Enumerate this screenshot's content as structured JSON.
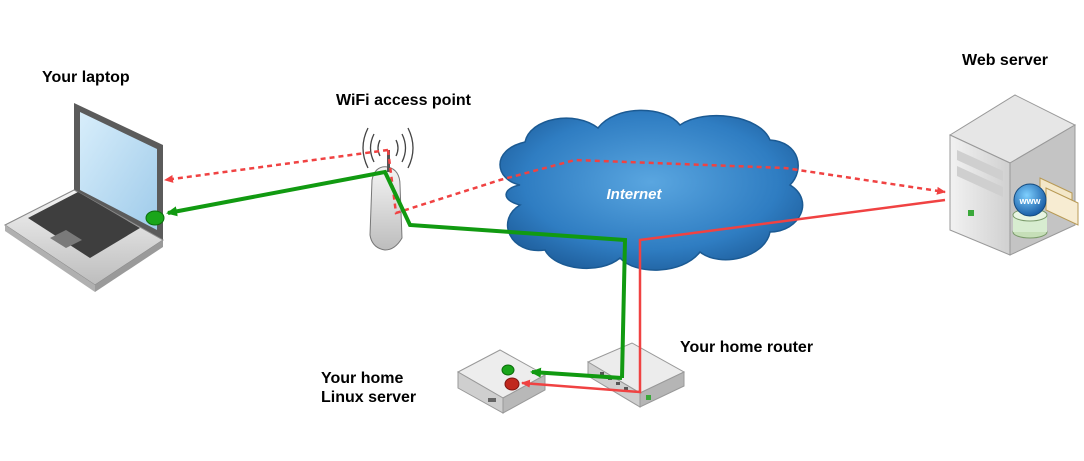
{
  "labels": {
    "laptop": "Your laptop",
    "wifi": "WiFi access point",
    "internet": "Internet",
    "web_server": "Web server",
    "router": "Your home router",
    "linux_line1": "Your home",
    "linux_line2": "Linux server"
  },
  "icons": {
    "laptop": "laptop-icon",
    "wifi": "wifi-access-point-icon",
    "cloud": "internet-cloud-icon",
    "web_server": "web-server-icon",
    "router": "router-icon",
    "linux_server": "linux-server-icon"
  },
  "colors": {
    "green_path": "#119a11",
    "red_path": "#f04242",
    "cloud_fill": "#2c7cbf"
  }
}
